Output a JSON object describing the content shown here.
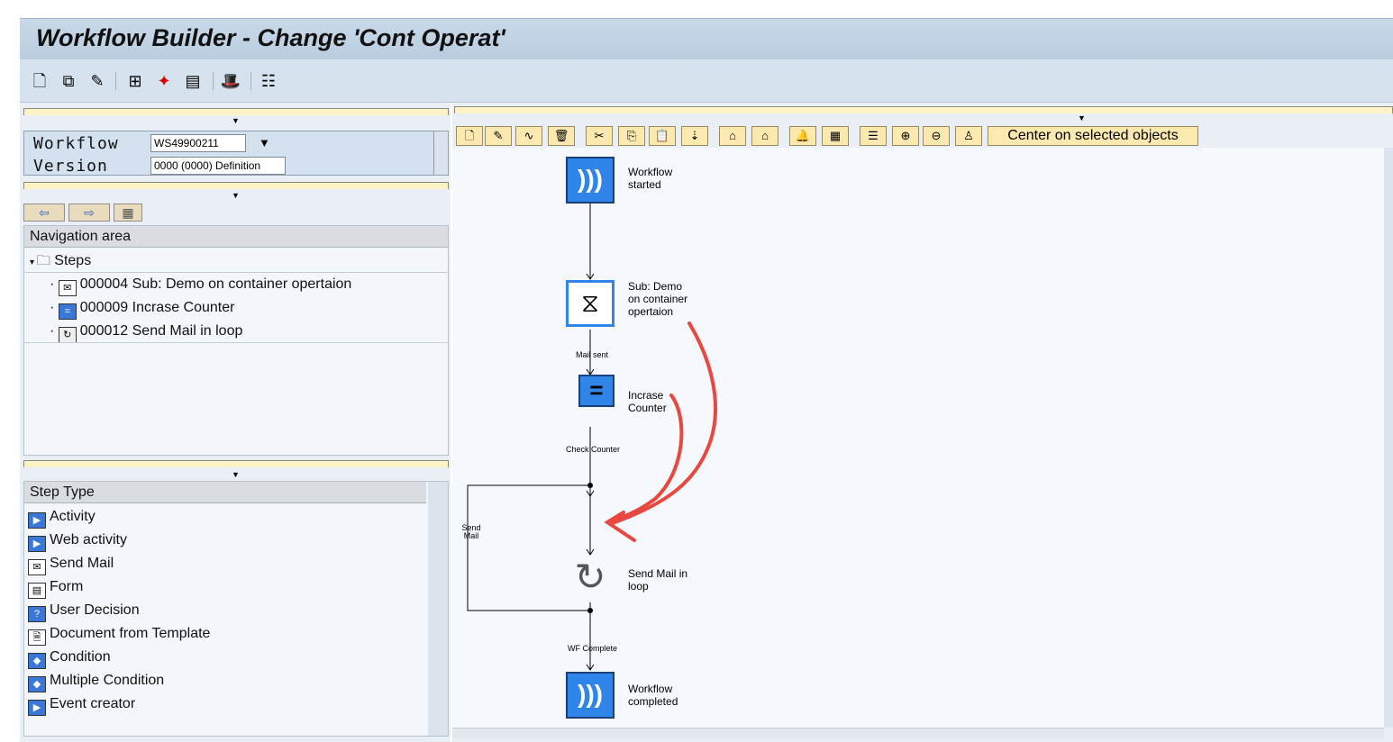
{
  "window": {
    "title": "Workflow Builder - Change 'Cont Operat'"
  },
  "toolbar": {
    "icons": [
      "new-icon",
      "copy-icon",
      "edit-icon",
      "step-icon",
      "wizard-icon",
      "container-icon",
      "hat-icon",
      "list-icon"
    ]
  },
  "form": {
    "workflow_label": "Workflow",
    "workflow_value": "WS49900211",
    "version_label": "Version",
    "version_value": "0000 (0000) Definition"
  },
  "navigation": {
    "header": "Navigation area",
    "root": "Steps",
    "items": [
      {
        "label": "000004 Sub: Demo on container opertaion",
        "icon": "send-mail-icon"
      },
      {
        "label": "000009 Incrase Counter",
        "icon": "container-operation-icon"
      },
      {
        "label": "000012 Send Mail in loop",
        "icon": "loop-icon"
      }
    ]
  },
  "step_types": {
    "header": "Step Type",
    "items": [
      "Activity",
      "Web activity",
      "Send Mail",
      "Form",
      "User Decision",
      "Document from Template",
      "Condition",
      "Multiple Condition",
      "Event creator"
    ]
  },
  "graphic_toolbar": {
    "center_button": "Center on selected objects"
  },
  "diagram": {
    "nodes": [
      {
        "label": "Workflow started",
        "icon": "event-icon"
      },
      {
        "label": "Sub: Demo on container opertaion",
        "icon": "send-mail-icon"
      },
      {
        "label": "Incrase Counter",
        "icon": "container-operation-icon"
      },
      {
        "label": "Send Mail in loop",
        "icon": "loop-icon"
      },
      {
        "label": "Workflow completed",
        "icon": "event-icon"
      }
    ],
    "edges": {
      "mail_sent": "Mail sent",
      "check_counter": "Check Counter",
      "send_mail": "Send Mail",
      "wf_complete": "WF Complete"
    }
  },
  "colors": {
    "annotation": "#e8483f",
    "node_blue": "#2f86e8"
  }
}
